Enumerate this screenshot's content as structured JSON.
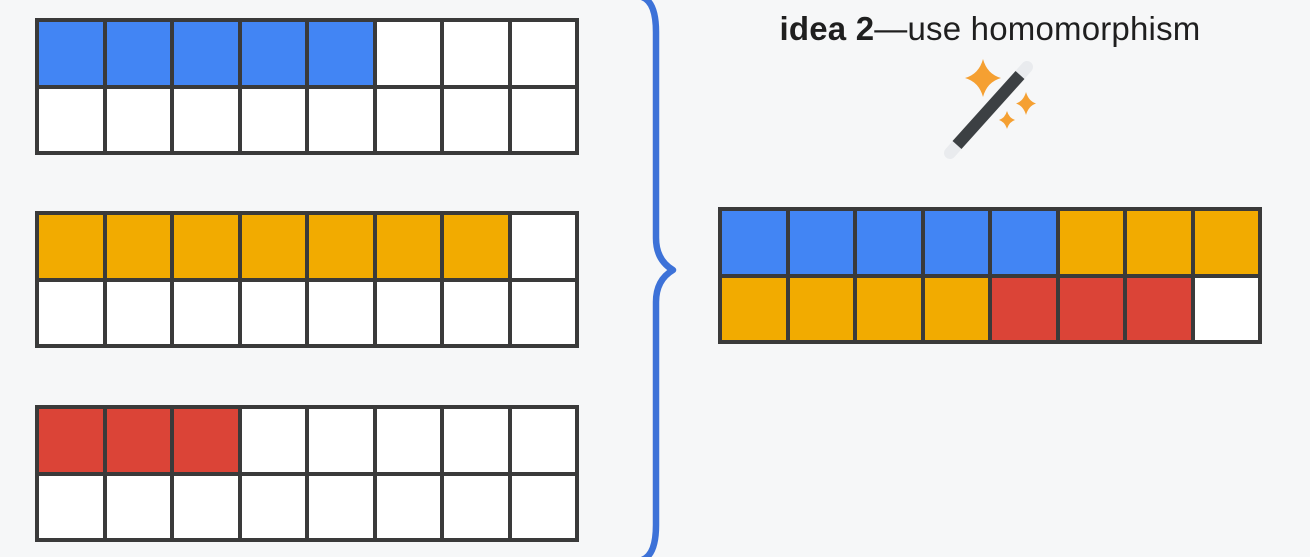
{
  "colors": {
    "blue": "#4285f4",
    "orange": "#f2ab00",
    "red": "#db4437",
    "white": "#ffffff",
    "grid_border": "#3a3a3a",
    "brace": "#3d72d8",
    "text": "#1f1f1f",
    "background": "#f6f7f8",
    "wand_body": "#3c4043",
    "wand_tip": "#e9ebee",
    "sparkle": "#f5a032"
  },
  "title": {
    "bold": "idea 2",
    "rest": "—use homomorphism"
  },
  "icons": {
    "wand": "magic-wand-icon",
    "brace": "curly-brace"
  },
  "grids": {
    "left": [
      {
        "id": "blue-grid",
        "rows": [
          [
            "blue",
            "blue",
            "blue",
            "blue",
            "blue",
            "white",
            "white",
            "white"
          ],
          [
            "white",
            "white",
            "white",
            "white",
            "white",
            "white",
            "white",
            "white"
          ]
        ]
      },
      {
        "id": "orange-grid",
        "rows": [
          [
            "orange",
            "orange",
            "orange",
            "orange",
            "orange",
            "orange",
            "orange",
            "white"
          ],
          [
            "white",
            "white",
            "white",
            "white",
            "white",
            "white",
            "white",
            "white"
          ]
        ]
      },
      {
        "id": "red-grid",
        "rows": [
          [
            "red",
            "red",
            "red",
            "white",
            "white",
            "white",
            "white",
            "white"
          ],
          [
            "white",
            "white",
            "white",
            "white",
            "white",
            "white",
            "white",
            "white"
          ]
        ]
      }
    ],
    "combined": {
      "id": "combined-grid",
      "rows": [
        [
          "blue",
          "blue",
          "blue",
          "blue",
          "blue",
          "orange",
          "orange",
          "orange"
        ],
        [
          "orange",
          "orange",
          "orange",
          "orange",
          "red",
          "red",
          "red",
          "white"
        ]
      ]
    }
  }
}
